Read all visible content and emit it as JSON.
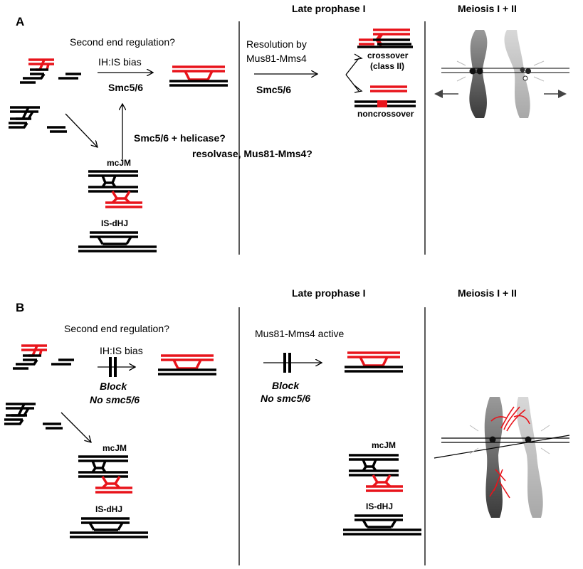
{
  "panel_a": {
    "label": "A",
    "late_prophase_heading": "Late prophase I",
    "meiosis_heading": "Meiosis I  + II",
    "second_end_question": "Second end regulation?",
    "ih_is_bias": "IH:IS bias",
    "smc56_left": "Smc5/6",
    "smc56_helicase": "Smc5/6 + helicase?",
    "resolvase": "resolvase, Mus81-Mms4?",
    "mcjm": "mcJM",
    "is_dhj": "IS-dHJ",
    "resolution_by": "Resolution by",
    "mus81_mms4": "Mus81-Mms4",
    "smc56_right": "Smc5/6",
    "crossover": "crossover",
    "class_ii": "(class II)",
    "noncrossover": "noncrossover"
  },
  "panel_b": {
    "label": "B",
    "late_prophase_heading": "Late prophase I",
    "meiosis_heading": "Meiosis I  + II",
    "second_end_question": "Second end regulation?",
    "ih_is_bias": "IH:IS bias",
    "block_left": "Block",
    "no_smc56_left": "No smc5/6",
    "mcjm_left": "mcJM",
    "is_dhj_left": "IS-dHJ",
    "mus81_active": "Mus81-Mms4 active",
    "block_right": "Block",
    "no_smc56_right": "No smc5/6",
    "mcjm_right": "mcJM",
    "is_dhj_right": "IS-dHJ"
  },
  "colors": {
    "dna_black": "#000000",
    "dna_red": "#e8141b",
    "arrow_gray": "#444444"
  }
}
